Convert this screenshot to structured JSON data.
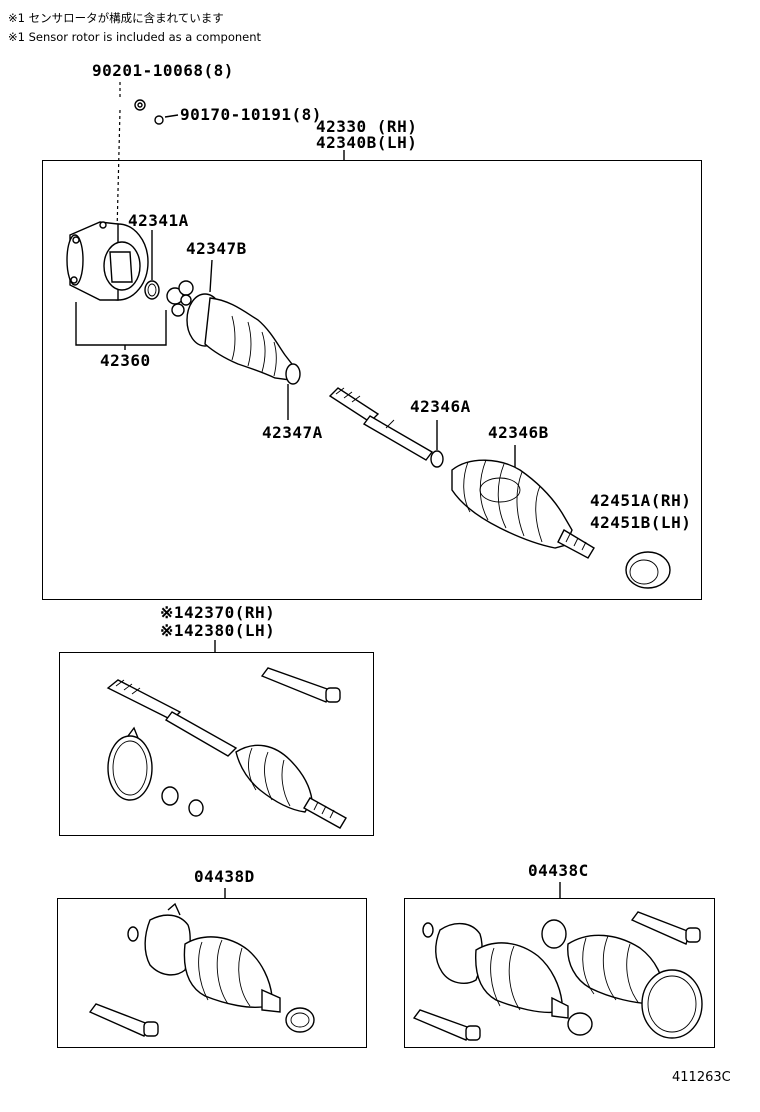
{
  "notes": {
    "japanese": "※1 センサロータが構成に含まれています",
    "english": "※1 Sensor rotor is included as a component"
  },
  "parts": {
    "bolt": "90201-10068(8)",
    "washer": "90170-10191(8)",
    "assy_rh": "42330 (RH)",
    "assy_lh": "42340B(LH)",
    "clamp_outer_small": "42341A",
    "clamp_inner_large": "42347B",
    "tulip_housing": "42360",
    "clamp_inner_small": "42347A",
    "clamp_outer_small_2": "42346A",
    "clamp_outer_large": "42346B",
    "seal_rh": "42451A(RH)",
    "seal_lh": "42451B(LH)",
    "shaft_rh": "※142370(RH)",
    "shaft_lh": "※142380(LH)",
    "boot_kit_d": "04438D",
    "boot_kit_c": "04438C"
  },
  "diagram_id": "411263C"
}
